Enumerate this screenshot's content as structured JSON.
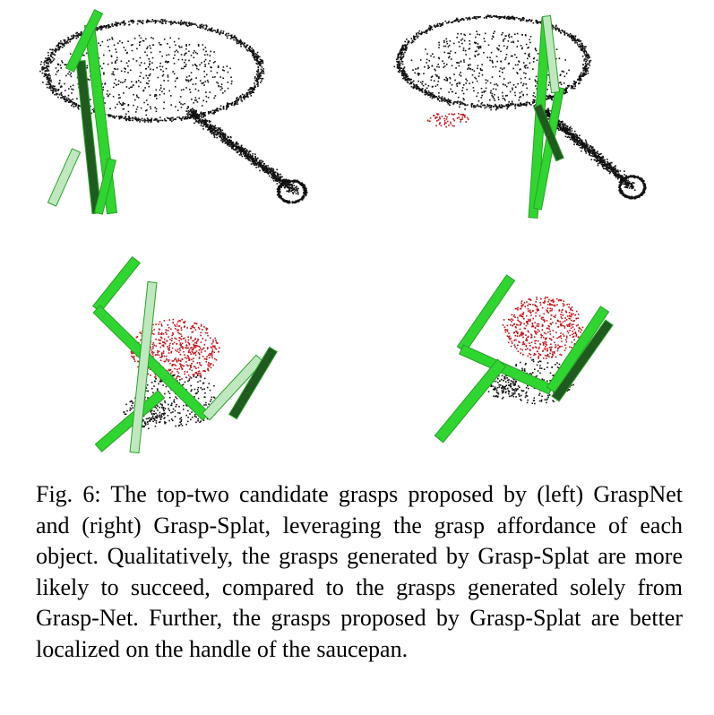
{
  "figure": {
    "caption_label": "Fig. 6:",
    "caption_text": "The top-two candidate grasps proposed by (left) GraspNet and (right) Grasp-Splat, leveraging the grasp affordance of each object. Qualitatively, the grasps generated by Grasp-Splat are more likely to succeed, compared to the grasps generated solely from Grasp-Net. Further, the grasps proposed by Grasp-Splat are better localized on the handle of the saucepan."
  },
  "colors": {
    "point_cloud": "#111111",
    "affordance_points": "#c0141a",
    "gripper_bright": "#2fd62f",
    "gripper_dark": "#1f5a1f",
    "gripper_pale": "#bfe8bf"
  },
  "panels": [
    {
      "name": "graspnet-saucepan",
      "object": "saucepan",
      "method": "GraspNet"
    },
    {
      "name": "graspsplat-saucepan",
      "object": "saucepan",
      "method": "Grasp-Splat"
    },
    {
      "name": "graspnet-mug",
      "object": "mug",
      "method": "GraspNet"
    },
    {
      "name": "graspsplat-mug",
      "object": "mug",
      "method": "Grasp-Splat"
    }
  ]
}
